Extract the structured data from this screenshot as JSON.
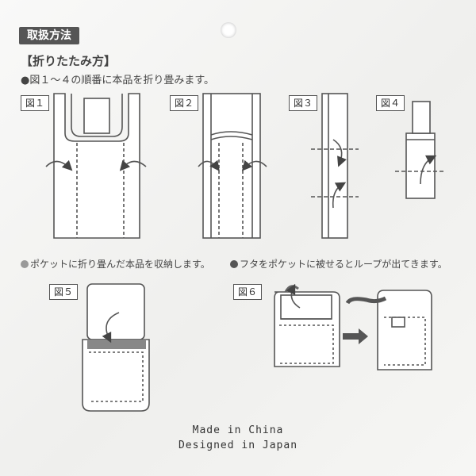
{
  "header": {
    "badge": "取扱方法"
  },
  "folding": {
    "title": "【折りたたみ方】",
    "instruction": "●図１～４の順番に本品を折り畳みます。"
  },
  "figures": {
    "fig1": "図１",
    "fig2": "図２",
    "fig3": "図３",
    "fig4": "図４",
    "fig5": "図５",
    "fig6": "図６"
  },
  "notes": {
    "left": "ポケットに折り畳んだ本品を収納します。",
    "right": "フタをポケットに被せるとループが出てきます。"
  },
  "footer": {
    "line1": "Made in China",
    "line2": "Designed in Japan"
  },
  "colors": {
    "line": "#555555",
    "badge": "#555555",
    "background": "#f4f4f2"
  }
}
